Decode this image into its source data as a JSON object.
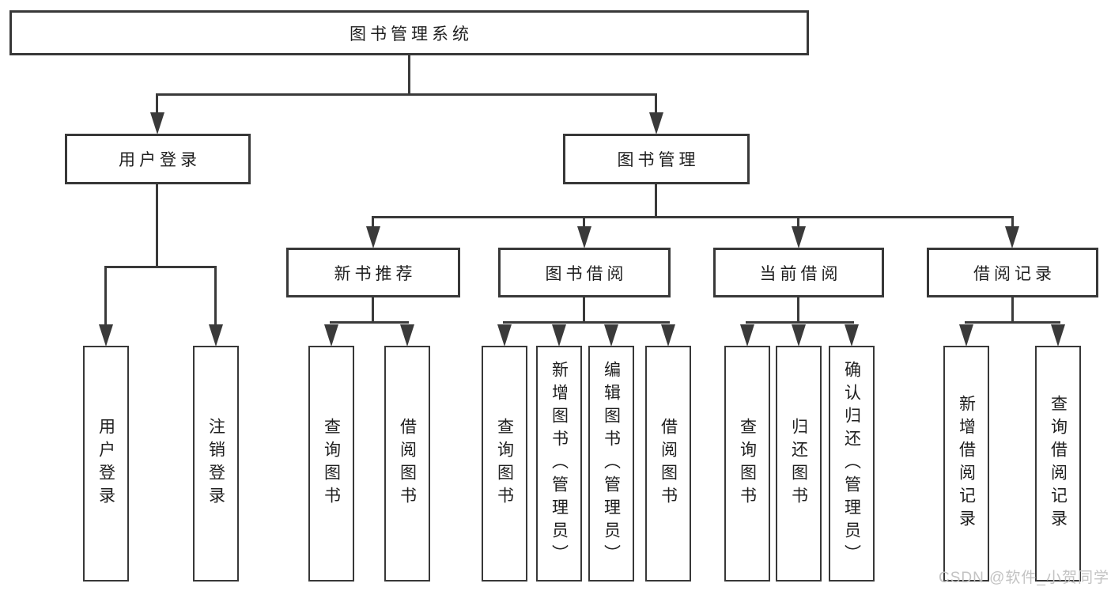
{
  "tree": {
    "root": {
      "label": "图书管理系统"
    },
    "branches": [
      {
        "label": "用户登录",
        "children": [
          {
            "label": "用户登录"
          },
          {
            "label": "注销登录"
          }
        ]
      },
      {
        "label": "图书管理",
        "children": [
          {
            "label": "新书推荐",
            "children": [
              {
                "label": "查询图书"
              },
              {
                "label": "借阅图书"
              }
            ]
          },
          {
            "label": "图书借阅",
            "children": [
              {
                "label": "查询图书"
              },
              {
                "label": "新增图书（管理员）"
              },
              {
                "label": "编辑图书（管理员）"
              },
              {
                "label": "借阅图书"
              }
            ]
          },
          {
            "label": "当前借阅",
            "children": [
              {
                "label": "查询图书"
              },
              {
                "label": "归还图书"
              },
              {
                "label": "确认归还（管理员）"
              }
            ]
          },
          {
            "label": "借阅记录",
            "children": [
              {
                "label": "新增借阅记录"
              },
              {
                "label": "查询借阅记录"
              }
            ]
          }
        ]
      }
    ]
  },
  "watermark": {
    "text": "CSDN @软件_小贺同学"
  },
  "colors": {
    "background": "#ffffff",
    "line": "#3a3a3a",
    "border": "#383838",
    "text": "#1f1f1f",
    "watermark": "#c0c0c0"
  }
}
